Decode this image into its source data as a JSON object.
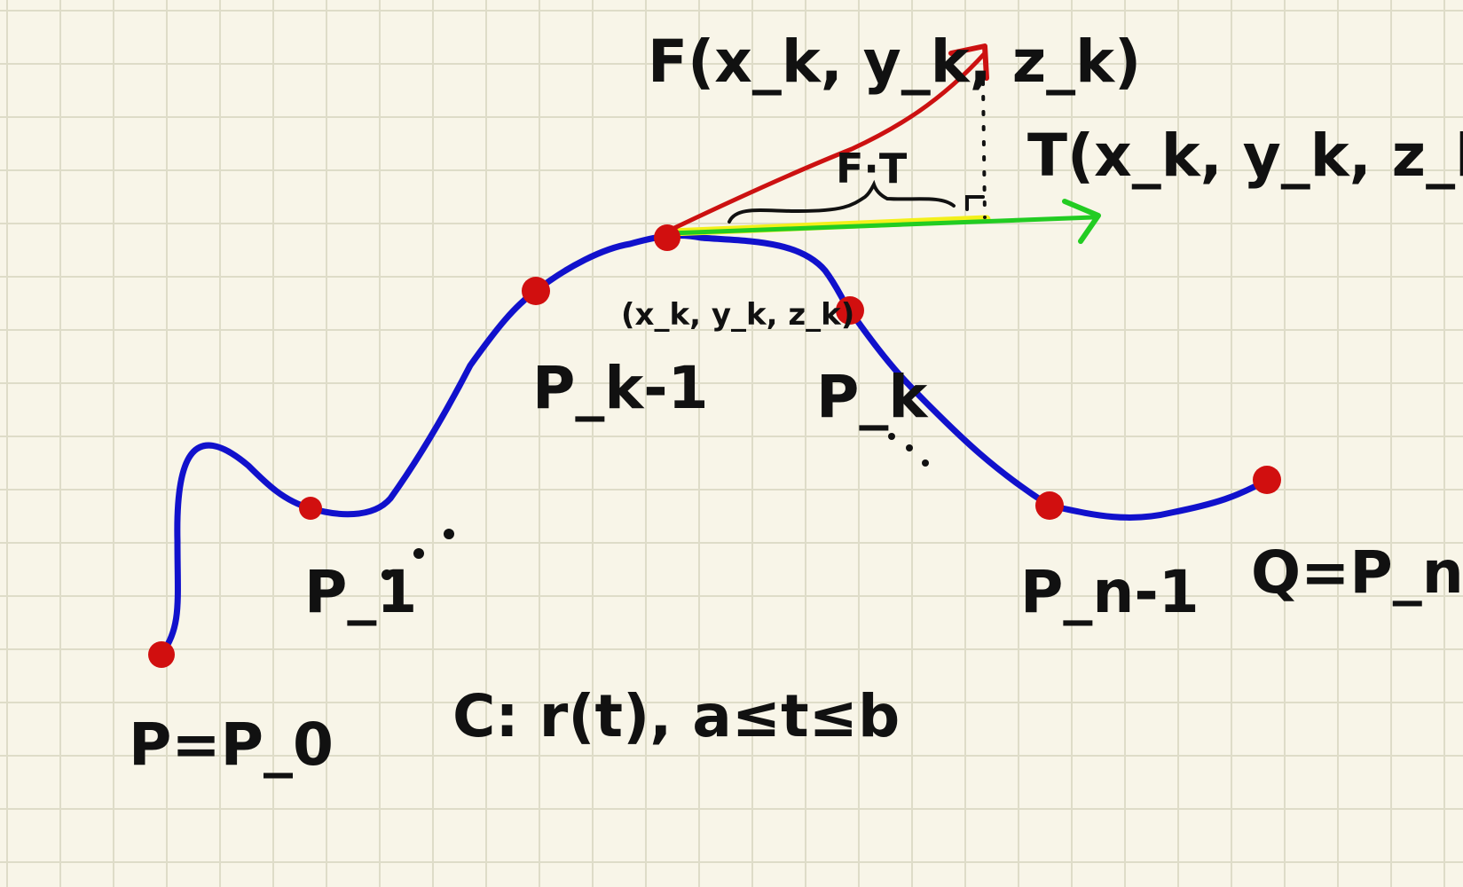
{
  "colors": {
    "background": "#f8f5e8",
    "grid": "#dedcc8",
    "curve": "#1111cc",
    "points": "#d10f0f",
    "force_vector": "#cc1111",
    "tangent_vector": "#22cc22",
    "projection_highlight": "#f3f01a",
    "ink": "#111111"
  },
  "labels": {
    "force": "F(x_k, y_k, z_k)",
    "tangent": "T(x_k, y_k, z_k)",
    "dot_product": "F·T",
    "sample_point": "(x_k, y_k, z_k)",
    "p0": "P=P_0",
    "p1": "P_1",
    "pk_minus_1": "P_k-1",
    "pk": "P_k",
    "pn_minus_1": "P_n-1",
    "pn": "Q=P_n",
    "curve_def": "C: r(t), a≤t≤b"
  }
}
